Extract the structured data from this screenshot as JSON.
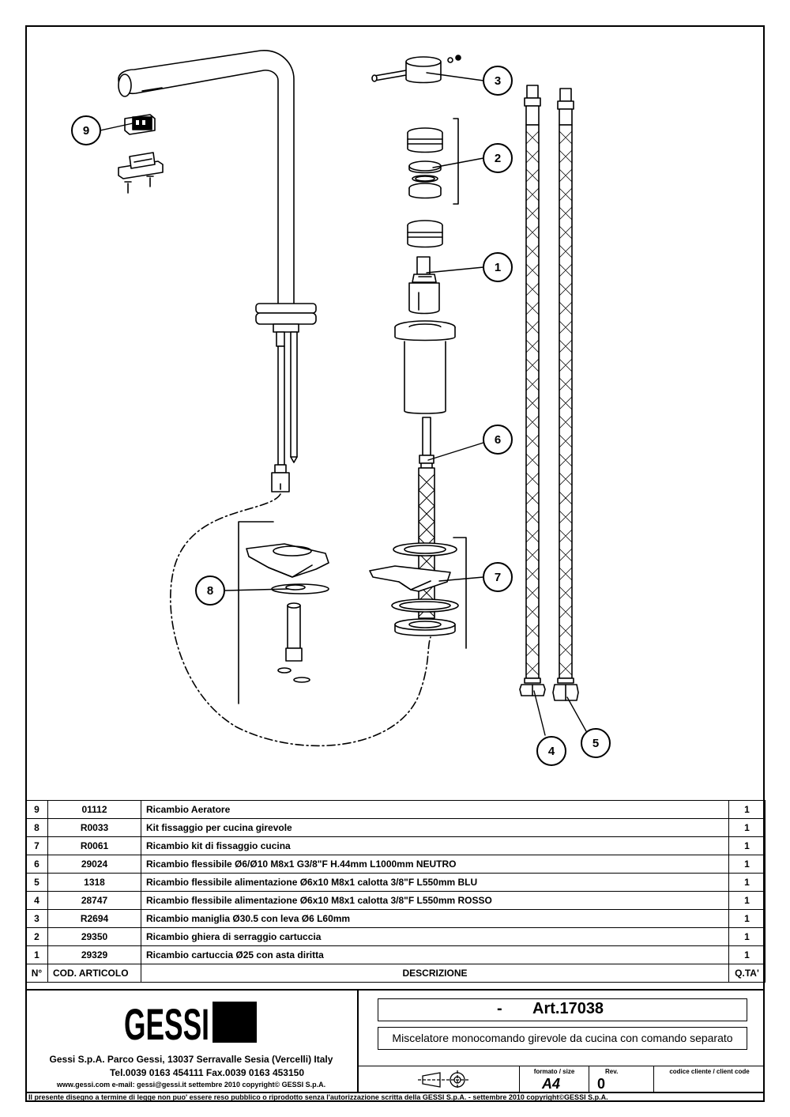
{
  "callouts": [
    "1",
    "2",
    "3",
    "4",
    "5",
    "6",
    "7",
    "8",
    "9"
  ],
  "parts_table": {
    "rows": [
      {
        "n": "9",
        "code": "01112",
        "desc": "Ricambio Aeratore",
        "qty": "1"
      },
      {
        "n": "8",
        "code": "R0033",
        "desc": "Kit fissaggio per cucina girevole",
        "qty": "1"
      },
      {
        "n": "7",
        "code": "R0061",
        "desc": "Ricambio kit di fissaggio cucina",
        "qty": "1"
      },
      {
        "n": "6",
        "code": "29024",
        "desc": "Ricambio flessibile Ø6/Ø10 M8x1 G3/8\"F H.44mm L1000mm NEUTRO",
        "qty": "1"
      },
      {
        "n": "5",
        "code": "1318",
        "desc": "Ricambio flessibile alimentazione Ø6x10 M8x1 calotta 3/8\"F L550mm BLU",
        "qty": "1"
      },
      {
        "n": "4",
        "code": "28747",
        "desc": "Ricambio flessibile alimentazione Ø6x10 M8x1 calotta 3/8\"F L550mm ROSSO",
        "qty": "1"
      },
      {
        "n": "3",
        "code": "R2694",
        "desc": "Ricambio maniglia Ø30.5 con leva Ø6 L60mm",
        "qty": "1"
      },
      {
        "n": "2",
        "code": "29350",
        "desc": "Ricambio ghiera di serraggio cartuccia",
        "qty": "1"
      },
      {
        "n": "1",
        "code": "29329",
        "desc": "Ricambio cartuccia Ø25 con asta diritta",
        "qty": "1"
      }
    ],
    "header": {
      "n": "N°",
      "code": "COD. ARTICOLO",
      "desc": "DESCRIZIONE",
      "qty": "Q.TA'"
    }
  },
  "title_block": {
    "logo_text": "GESSI",
    "address": "Gessi S.p.A. Parco Gessi, 13037 Serravalle Sesia (Vercelli) Italy",
    "phone": "Tel.0039 0163 454111 Fax.0039 0163 453150",
    "web": "www.gessi.com e-mail: gessi@gessi.it settembre 2010 copyright© GESSI S.p.A.",
    "art_dash": "-",
    "art_number": "Art.17038",
    "product_desc": "Miscelatore monocomando girevole da cucina con comando separato",
    "format_label": "formato / size",
    "format_value": "A4",
    "rev_label": "Rev.",
    "rev_value": "0",
    "client_label": "codice cliente / client code",
    "client_value": "",
    "footer_notice": "Il presente disegno a termine di legge non puo' essere reso pubblico o riprodotto senza l'autorizzazione scritta della GESSI S.p.A. - settembre 2010 copyright©GESSI S.p.A."
  },
  "colors": {
    "ink": "#000000",
    "paper": "#ffffff",
    "mid": "#888888"
  }
}
